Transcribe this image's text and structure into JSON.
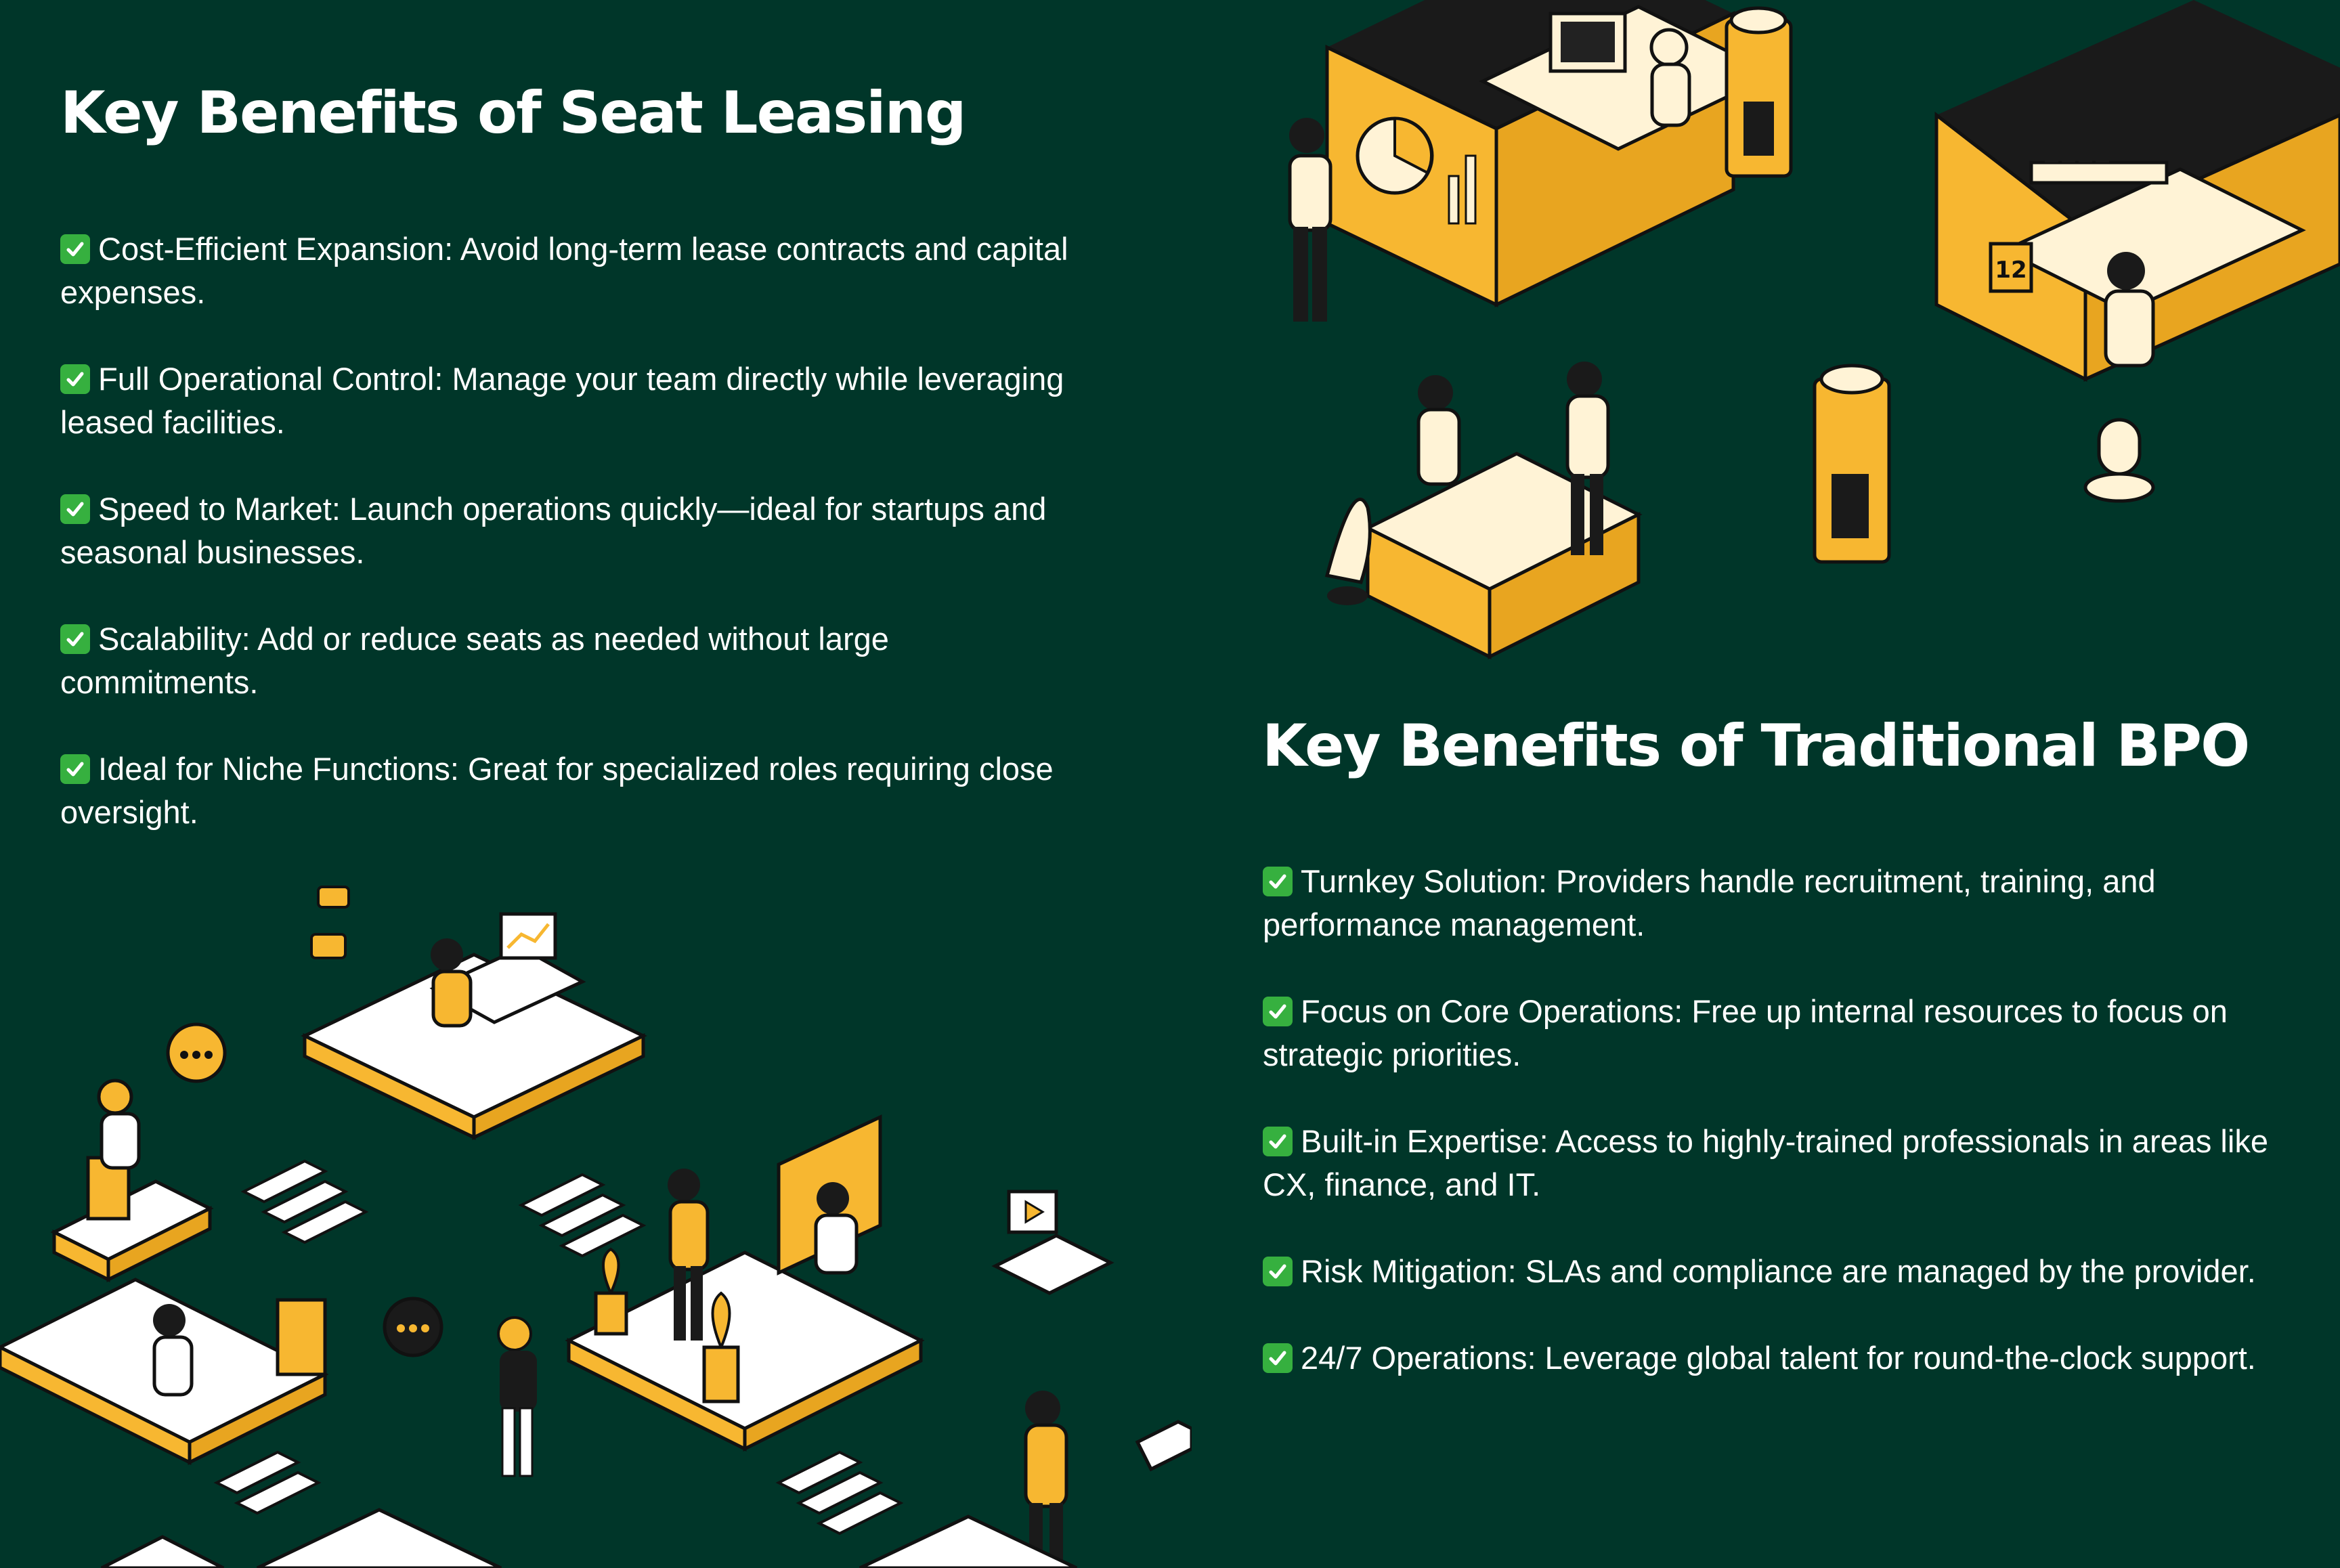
{
  "left": {
    "heading": "Key Benefits of Seat Leasing",
    "items": [
      "Cost-Efficient Expansion: Avoid long-term lease contracts and capital expenses.",
      "Full Operational Control: Manage your team directly while leveraging leased facilities.",
      "Speed to Market: Launch operations quickly—ideal for startups and seasonal businesses.",
      "Scalability: Add or reduce seats as needed without large commitments.",
      "Ideal for Niche Functions: Great for specialized roles requiring close oversight."
    ]
  },
  "right": {
    "heading": "Key Benefits of Traditional BPO",
    "items": [
      "Turnkey Solution: Providers handle recruitment, training, and performance management.",
      "Focus on Core Operations: Free up internal resources to focus on strategic priorities.",
      "Built-in Expertise: Access to highly-trained professionals in areas like CX, finance, and IT.",
      "Risk Mitigation: SLAs and compliance are managed by the provider.",
      "24/7 Operations: Leverage global talent for round-the-clock support."
    ]
  },
  "illustrations": {
    "top_right": "isometric-office-cubicles-illustration",
    "bottom_left": "isometric-coworking-platforms-illustration"
  },
  "colors": {
    "background": "#003629",
    "accent_yellow": "#f7b731",
    "check_green": "#36b03f",
    "text": "#ffffff"
  }
}
